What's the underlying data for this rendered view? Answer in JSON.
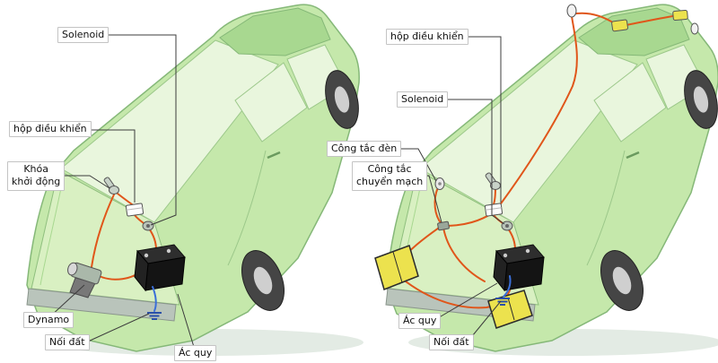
{
  "left": {
    "labels": {
      "solenoid": "Solenoid",
      "control_box": "hộp điều khiển",
      "ignition_switch": "Khóa\nkhởi động",
      "dynamo": "Dynamo",
      "ground": "Nối đất",
      "battery": "Ác quy"
    }
  },
  "right": {
    "labels": {
      "control_box": "hộp điều khiển",
      "solenoid": "Solenoid",
      "light_switch": "Công tắc đèn",
      "changeover_switch": "Công tắc\nchuyển mạch",
      "battery": "Ác quy",
      "ground": "Nối đất"
    }
  },
  "colors": {
    "car_body": "#c5e8ab",
    "car_outline": "#85b878",
    "glass": "#e9f6dd",
    "wire": "#e0561a",
    "ground_wire": "#3a6fd8",
    "headlight": "#ece24e",
    "battery": "#1a1a1a",
    "bumper": "#b9c4bb"
  }
}
